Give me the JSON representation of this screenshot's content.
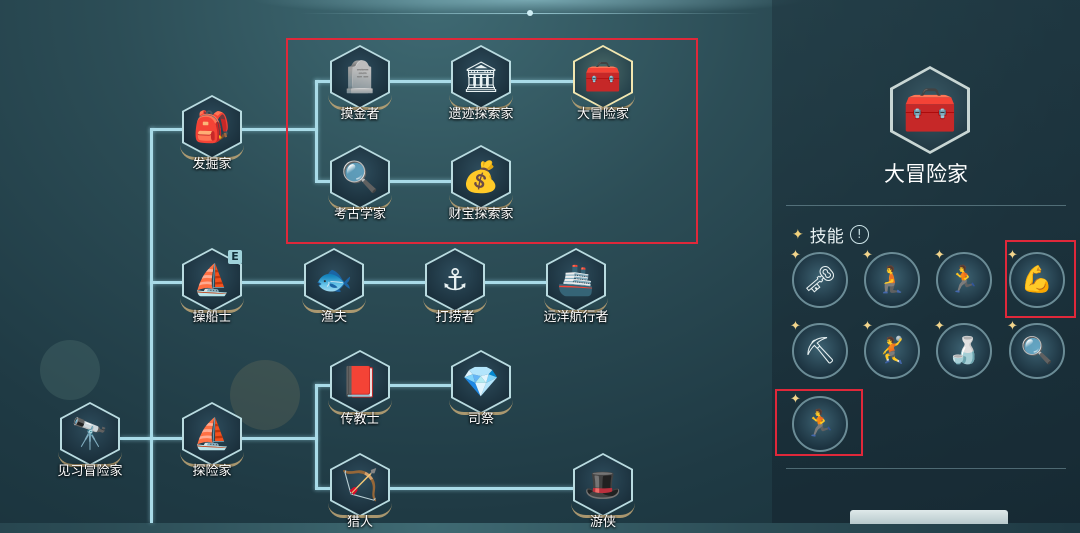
{
  "tree": {
    "nodes": [
      {
        "key": "apprentice",
        "label": "见习冒险家",
        "icon": "telescope-icon",
        "glyph": "🔭"
      },
      {
        "key": "digger",
        "label": "发掘家",
        "icon": "backpack-icon",
        "glyph": "🎒"
      },
      {
        "key": "prospector",
        "label": "摸金者",
        "icon": "tombstone-shovel-icon",
        "glyph": "🪦"
      },
      {
        "key": "ruin_explorer",
        "label": "遗迹探索家",
        "icon": "pyramid-icon",
        "glyph": "🏛"
      },
      {
        "key": "great_adventurer",
        "label": "大冒险家",
        "icon": "treasure-chest-icon",
        "glyph": "🧰",
        "active": true
      },
      {
        "key": "archaeologist",
        "label": "考古学家",
        "icon": "magnifier-rock-icon",
        "glyph": "🔍"
      },
      {
        "key": "treasure_explorer",
        "label": "财宝探索家",
        "icon": "treasure-magnifier-icon",
        "glyph": "💰"
      },
      {
        "key": "sailor",
        "label": "操船士",
        "icon": "sail-icon",
        "glyph": "⛵",
        "badge": "E"
      },
      {
        "key": "fisher",
        "label": "渔夫",
        "icon": "fish-icon",
        "glyph": "🐟"
      },
      {
        "key": "salvager",
        "label": "打捞者",
        "icon": "salvage-net-icon",
        "glyph": "⚓"
      },
      {
        "key": "ocean_voyager",
        "label": "远洋航行者",
        "icon": "galleon-icon",
        "glyph": "🚢"
      },
      {
        "key": "explorer",
        "label": "探险家",
        "icon": "ship-icon",
        "glyph": "⛵"
      },
      {
        "key": "missionary",
        "label": "传教士",
        "icon": "book-icon",
        "glyph": "📕"
      },
      {
        "key": "priest",
        "label": "司祭",
        "icon": "amulet-icon",
        "glyph": "💎"
      },
      {
        "key": "hunter",
        "label": "猎人",
        "icon": "quiver-icon",
        "glyph": "🏹"
      },
      {
        "key": "ranger",
        "label": "游侠",
        "icon": "hat-icon",
        "glyph": "🎩"
      }
    ]
  },
  "panel": {
    "title": "大冒险家",
    "icon": "treasure-chest-icon",
    "glyph": "🧰",
    "skills_label": "技能",
    "info_glyph": "!",
    "skills": [
      {
        "name": "key-chest-skill-icon",
        "glyph": "🗝"
      },
      {
        "name": "kneel-dig-skill-icon",
        "glyph": "🧎"
      },
      {
        "name": "run-team-skill-icon",
        "glyph": "🏃"
      },
      {
        "name": "strength-skill-icon",
        "glyph": "💪",
        "highlighted": true
      },
      {
        "name": "shovel-alert-skill-icon",
        "glyph": "⛏"
      },
      {
        "name": "throw-skill-icon",
        "glyph": "🤾"
      },
      {
        "name": "bottle-food-skill-icon",
        "glyph": "🍶"
      },
      {
        "name": "magnifier-skill-icon",
        "glyph": "🔍"
      },
      {
        "name": "sack-carry-skill-icon",
        "glyph": "🏃",
        "highlighted": true
      }
    ]
  }
}
